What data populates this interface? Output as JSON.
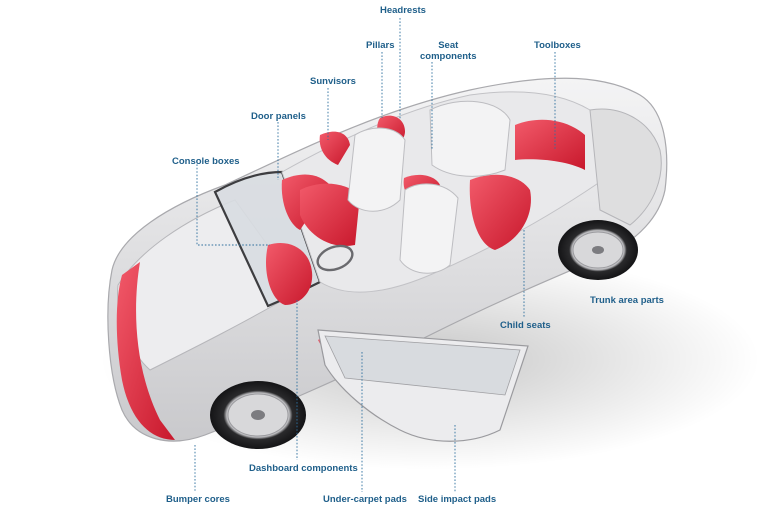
{
  "labels": {
    "headrests": "Headrests",
    "pillars": "Pillars",
    "seat_components_line1": "Seat",
    "seat_components_line2": "components",
    "toolboxes": "Toolboxes",
    "sunvisors": "Sunvisors",
    "door_panels": "Door panels",
    "console_boxes": "Console boxes",
    "trunk_area_parts": "Trunk area parts",
    "child_seats": "Child seats",
    "dashboard_components": "Dashboard components",
    "bumper_cores": "Bumper cores",
    "under_carpet_pads": "Under-carpet pads",
    "side_impact_pads": "Side impact pads"
  },
  "colors": {
    "label_text": "#1f5f8a",
    "leader_line": "#2e6f9e",
    "car_body": "#e6e6e8",
    "highlight_red": "#e8243a"
  },
  "image": {
    "subject": "cutaway-car-illustration"
  }
}
